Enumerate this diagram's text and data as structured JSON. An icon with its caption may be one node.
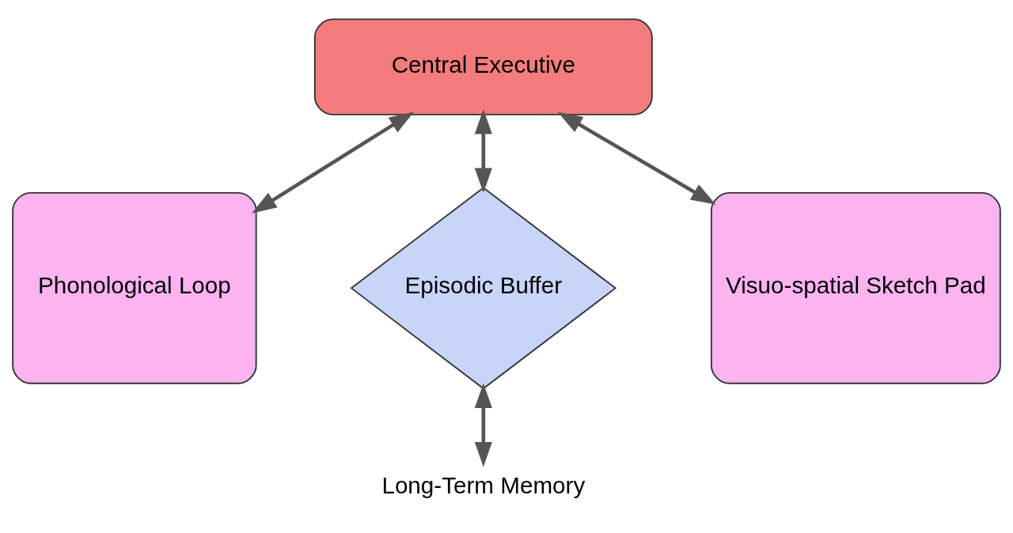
{
  "diagram": {
    "nodes": [
      {
        "text": [
          "Central Executive"
        ]
      },
      {
        "text": [
          "Phonological Loop"
        ]
      },
      {
        "text": [
          "Visuo-spatial Sketch Pad"
        ]
      },
      {
        "text": [
          "Episodic Buffer"
        ]
      },
      {
        "text": [
          "Long-Term Memory"
        ]
      }
    ],
    "edges": [
      {
        "from": 0,
        "to": 1,
        "arrow": "both"
      },
      {
        "from": 0,
        "to": 3,
        "arrow": "both"
      },
      {
        "from": 0,
        "to": 2,
        "arrow": "both"
      },
      {
        "from": 3,
        "to": 4,
        "arrow": "both"
      }
    ]
  }
}
